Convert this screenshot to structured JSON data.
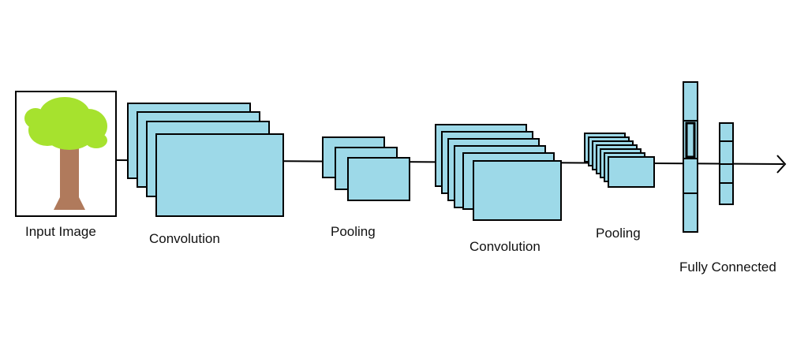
{
  "labels": {
    "input": "Input Image",
    "conv1": "Convolution",
    "pool1": "Pooling",
    "conv2": "Convolution",
    "pool2": "Pooling",
    "fc": "Fully Connected"
  },
  "colors": {
    "feature_map_fill": "#9dd9e8",
    "stroke": "#000000",
    "tree_canopy": "#a6e22e",
    "tree_trunk": "#b07a5c"
  },
  "icons": {
    "input": "tree-icon",
    "output": "arrow-right-icon"
  }
}
